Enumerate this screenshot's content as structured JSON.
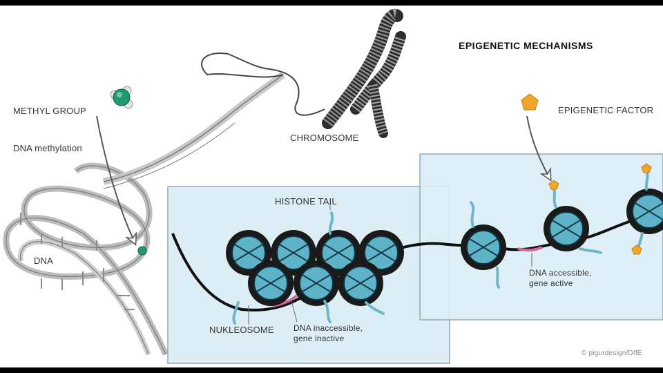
{
  "diagram": {
    "title": "EPIGENETIC MECHANISMS",
    "labels": {
      "methyl_group": "METHYL GROUP",
      "dna_methylation": "DNA methylation",
      "dna": "DNA",
      "chromosome": "CHROMOSOME",
      "histone_tail": "HISTONE TAIL",
      "epigenetic_factor": "EPIGENETIC FACTOR",
      "nukleosome": "NUKLEOSOME",
      "dna_inaccessible": "DNA inaccessible, gene inactive",
      "dna_accessible": "DNA accessible, gene active"
    },
    "credit": "© pigurdesign/DIfE",
    "colors": {
      "panel_fill": "#dcedf6",
      "panel_stroke": "#9aa4ad",
      "nucleosome_core": "#5fb3c9",
      "nucleosome_ring": "#1a1a1a",
      "histone_tail": "#6fb6c8",
      "epigenetic_factor": "#f0a62a",
      "methyl_group": "#1f9a72",
      "marked_dna": "#d0679a"
    }
  }
}
